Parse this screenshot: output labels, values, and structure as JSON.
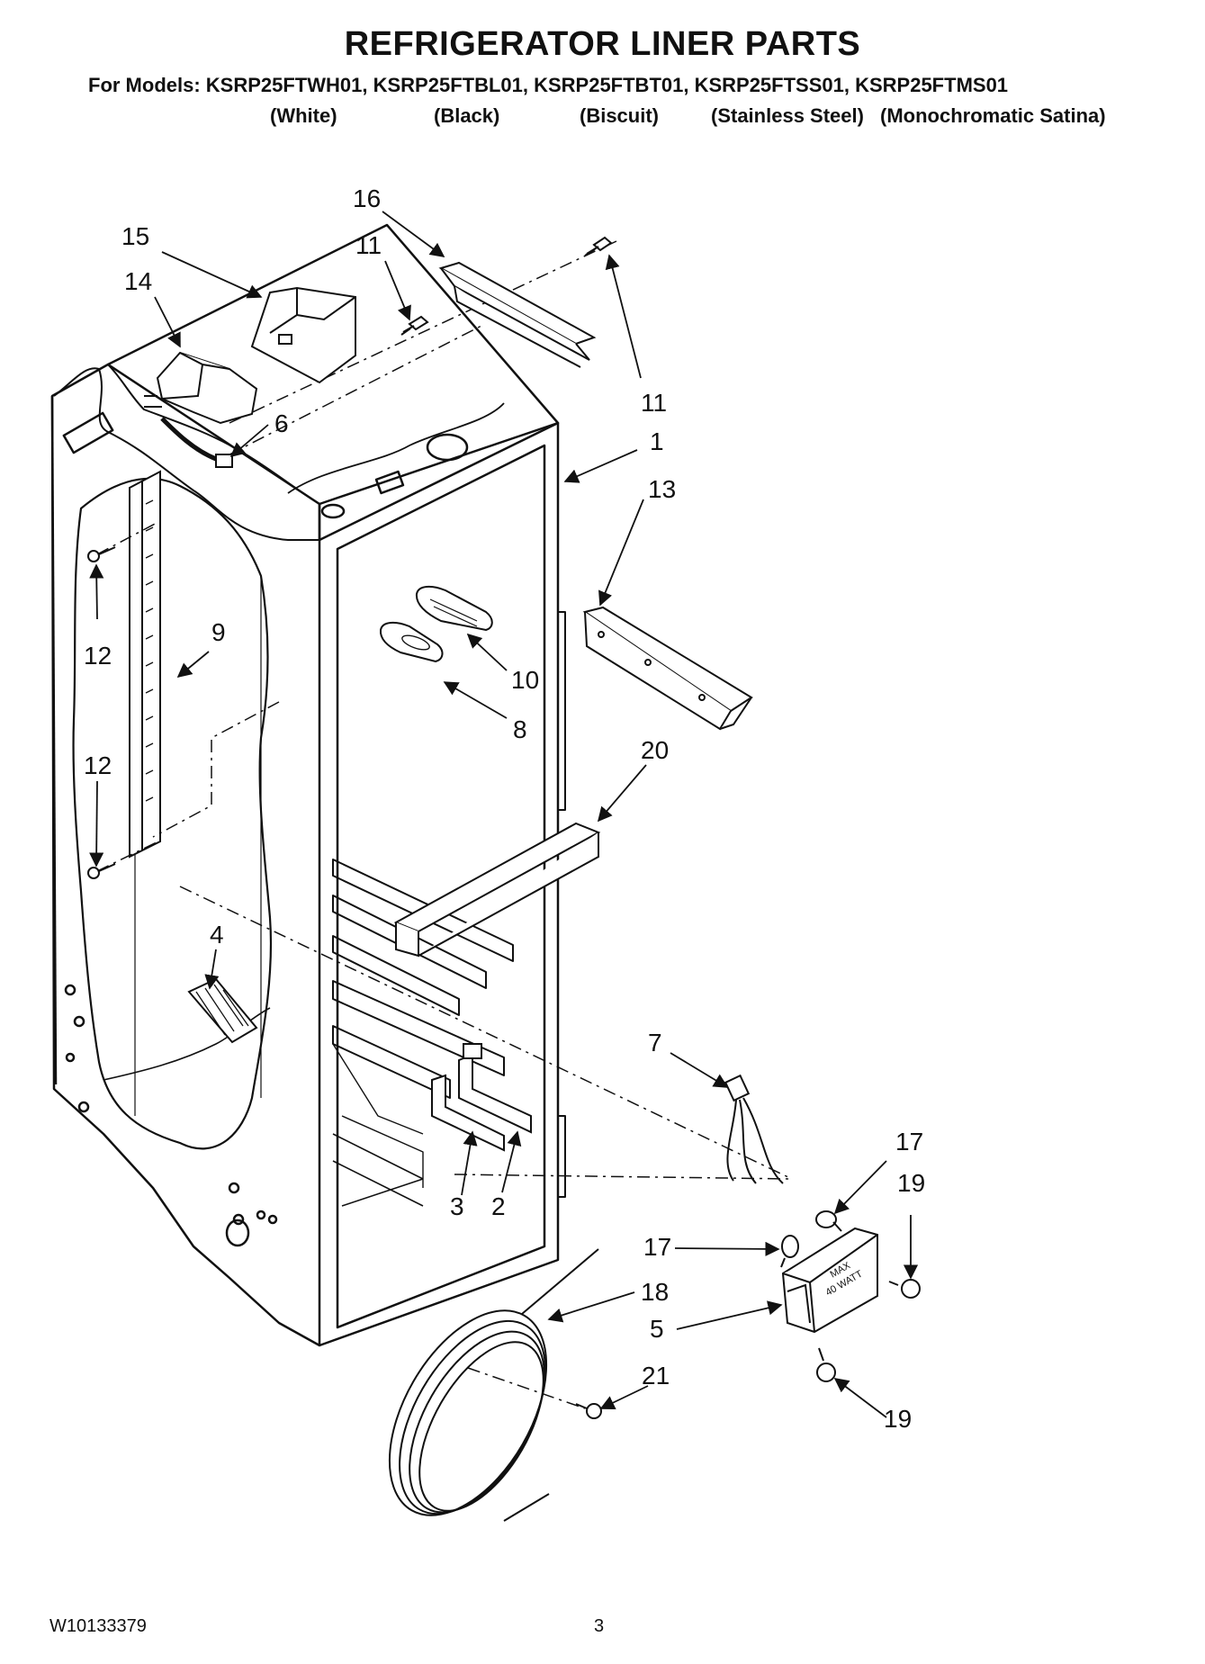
{
  "title": "REFRIGERATOR LINER PARTS",
  "models_line": "For Models: KSRP25FTWH01, KSRP25FTBL01, KSRP25FTBT01, KSRP25FTSS01, KSRP25FTMS01",
  "finishes": [
    "(White)",
    "(Black)",
    "(Biscuit)",
    "(Stainless Steel)",
    "(Monochromatic Satina)"
  ],
  "lamp_housing_text": [
    "MAX",
    "40 WATT"
  ],
  "footer": {
    "doc_number": "W10133379",
    "page_number": "3"
  },
  "callouts": [
    {
      "id": "c16",
      "label": "16"
    },
    {
      "id": "c15",
      "label": "15"
    },
    {
      "id": "c11a",
      "label": "11"
    },
    {
      "id": "c14",
      "label": "14"
    },
    {
      "id": "c11b",
      "label": "11"
    },
    {
      "id": "c6",
      "label": "6"
    },
    {
      "id": "c1",
      "label": "1"
    },
    {
      "id": "c13",
      "label": "13"
    },
    {
      "id": "c9",
      "label": "9"
    },
    {
      "id": "c12a",
      "label": "12"
    },
    {
      "id": "c10",
      "label": "10"
    },
    {
      "id": "c8",
      "label": "8"
    },
    {
      "id": "c20",
      "label": "20"
    },
    {
      "id": "c12b",
      "label": "12"
    },
    {
      "id": "c4",
      "label": "4"
    },
    {
      "id": "c7",
      "label": "7"
    },
    {
      "id": "c17a",
      "label": "17"
    },
    {
      "id": "c19a",
      "label": "19"
    },
    {
      "id": "c3",
      "label": "3"
    },
    {
      "id": "c2",
      "label": "2"
    },
    {
      "id": "c17b",
      "label": "17"
    },
    {
      "id": "c18",
      "label": "18"
    },
    {
      "id": "c5",
      "label": "5"
    },
    {
      "id": "c21",
      "label": "21"
    },
    {
      "id": "c19b",
      "label": "19"
    }
  ]
}
